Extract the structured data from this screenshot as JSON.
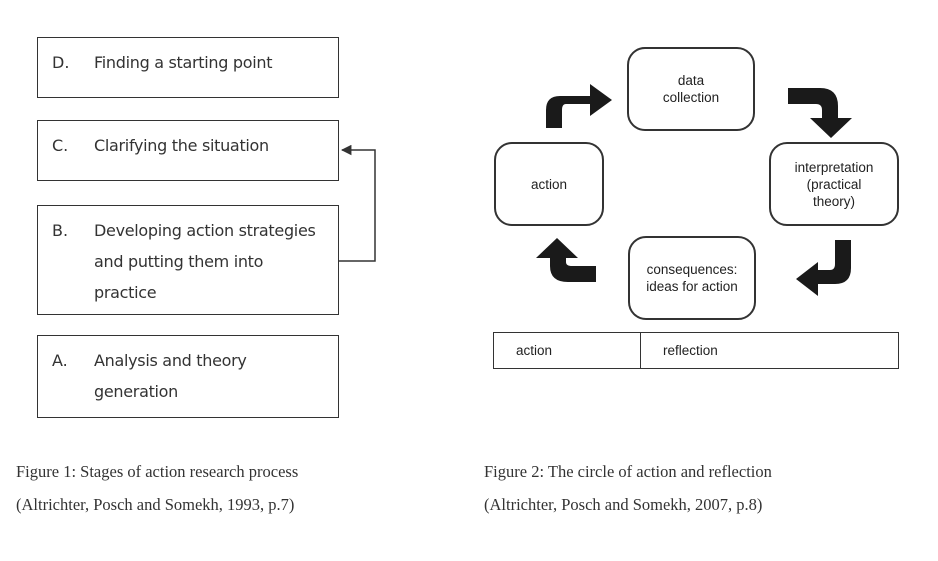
{
  "figure1": {
    "stages": [
      {
        "letter": "D.",
        "text": "Finding a starting point"
      },
      {
        "letter": "C.",
        "text": "Clarifying the situation"
      },
      {
        "letter": "B.",
        "text": "Developing action strategies and putting them into practice"
      },
      {
        "letter": "A.",
        "text": "Analysis and theory generation"
      }
    ],
    "caption_line1": "Figure  1: Stages of action research process",
    "caption_line2": "(Altrichter,  Posch and Somekh, 1993, p.7)"
  },
  "figure2": {
    "nodes": {
      "data_collection": "data collection",
      "interpretation": "interpretation (practical theory)",
      "consequences": "consequences: ideas for action",
      "action": "action"
    },
    "bar": {
      "left": "action",
      "right": "reflection"
    },
    "caption_line1": "Figure  2: The circle  of action and reflection",
    "caption_line2": "(Altrichter,  Posch and Somekh, 2007, p.8)"
  },
  "colors": {
    "line": "#333333",
    "arrow": "#1a1a1a"
  }
}
